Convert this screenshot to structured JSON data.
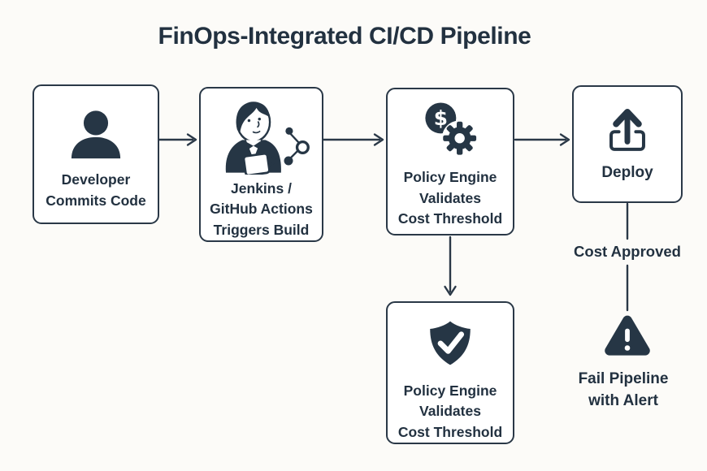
{
  "title": "FinOps-Integrated CI/CD Pipeline",
  "colors": {
    "ink": "#263645",
    "canvas_bg": "#fcfbf8",
    "node_fill": "#ffffff"
  },
  "nodes": {
    "developer": {
      "icon": "user-icon",
      "lines": [
        "Developer",
        "Commits Code"
      ]
    },
    "ci": {
      "icon": "jenkins-git-icon",
      "lines": [
        "Jenkins /",
        "GitHub Actions",
        "Triggers Build"
      ]
    },
    "policy": {
      "icon": "dollar-gear-icon",
      "coin_symbol": "$",
      "lines": [
        "Policy Engine",
        "Validates",
        "Cost Threshold"
      ]
    },
    "deploy": {
      "icon": "upload-icon",
      "lines": [
        "Deploy"
      ]
    },
    "policy_check": {
      "icon": "shield-check-icon",
      "lines": [
        "Policy Engine",
        "Validates",
        "Cost Threshold"
      ]
    }
  },
  "edge_labels": {
    "cost_approved": "Cost Approved"
  },
  "fail_node": {
    "icon": "warning-icon",
    "lines": [
      "Fail Pipeline",
      "with Alert"
    ]
  }
}
